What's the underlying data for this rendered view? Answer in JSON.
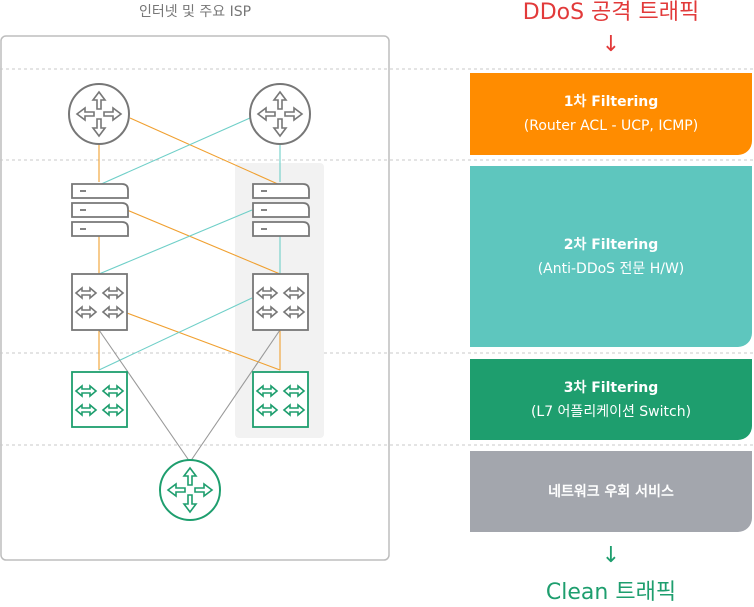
{
  "isp_label": "인터넷 및 주요 ISP",
  "top_title": "DDoS 공격 트래픽",
  "arrow_symbol": "↓",
  "bottom_title": "Clean 트래픽",
  "stages": [
    {
      "title": "1차 Filtering",
      "subtitle": "(Router ACL - UCP, ICMP)"
    },
    {
      "title": "2차 Filtering",
      "subtitle": "(Anti-DDoS 전문 H/W)"
    },
    {
      "title": "3차 Filtering",
      "subtitle": "(L7 어플리케이션 Switch)"
    },
    {
      "title": "네트워크 우회 서비스",
      "subtitle": ""
    }
  ],
  "colors": {
    "attack": "#e23a3a",
    "clean": "#1e9e6e",
    "stage1": "#ff8c00",
    "stage2": "#5ec6be",
    "stage3": "#1e9e6e",
    "stage4": "#a3a6ad",
    "device_gray": "#777777",
    "device_green": "#1e9e6e"
  },
  "icons": {
    "router": "router-icon",
    "firewall": "server-stack-icon",
    "switch": "switch-icon",
    "core_router": "router-icon"
  }
}
